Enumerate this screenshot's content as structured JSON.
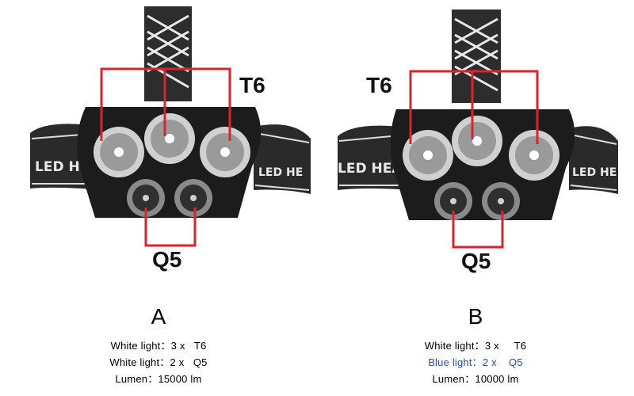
{
  "variants": [
    {
      "letter": "A",
      "top_led_callout": "T6",
      "bottom_led_callout": "Q5",
      "specs": [
        {
          "text": "White light：3 x   T6",
          "color": "#000000"
        },
        {
          "text": "White light：2 x   Q5",
          "color": "#000000"
        },
        {
          "text": "Lumen：15000 lm",
          "color": "#000000"
        }
      ],
      "strap_text": "LED HEADL",
      "strap_text_side": "LED HE"
    },
    {
      "letter": "B",
      "top_led_callout": "T6",
      "bottom_led_callout": "Q5",
      "specs": [
        {
          "text": "White light：3 x     T6",
          "color": "#000000"
        },
        {
          "text": "Blue light：2 x    Q5",
          "color": "#1f4fbf"
        },
        {
          "text": "Lumen：10000 lm",
          "color": "#000000"
        }
      ],
      "strap_text": "LED HEADL",
      "strap_text_side": "LED HE"
    }
  ],
  "colors": {
    "callout_box": "#d4262c",
    "strap": "#2a2a2a",
    "body": "#1c1c1c",
    "reflector": "#c9c9c9"
  }
}
